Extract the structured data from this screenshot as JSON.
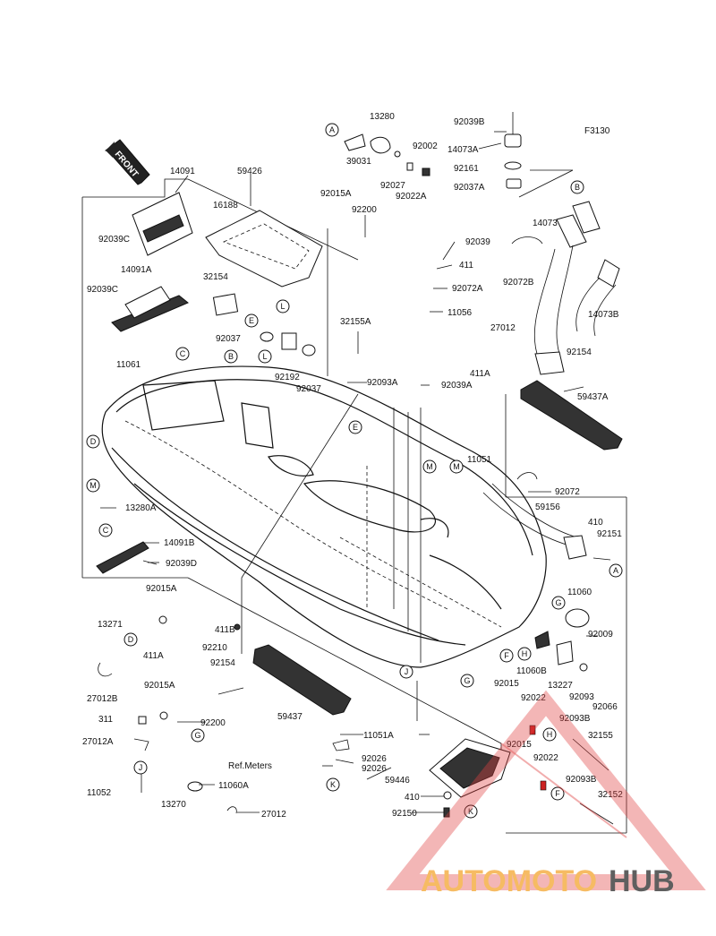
{
  "figure_code": "F3130",
  "front_label": "FRONT",
  "ref_meters_label": "Ref.Meters",
  "watermark": {
    "text_part1": "AUTOMOTO",
    "text_part2": "HUB",
    "color_part1": "#f5b048",
    "color_part2": "#444444",
    "triangle_color": "#e04040"
  },
  "part_labels": [
    "13280",
    "92039B",
    "14073A",
    "92002",
    "92161",
    "92037A",
    "39031",
    "92027",
    "92022A",
    "14091",
    "59426",
    "16188",
    "92015A",
    "92200",
    "92039C",
    "14091A",
    "92039C",
    "32154",
    "92037",
    "92192",
    "92037",
    "11061",
    "32155A",
    "92093A",
    "92039",
    "411",
    "92072A",
    "11056",
    "27012",
    "411A",
    "92039A",
    "14073",
    "92072B",
    "14073B",
    "92154",
    "59437A",
    "13280A",
    "14091B",
    "92039D",
    "11051",
    "92072",
    "59156",
    "410",
    "92151",
    "11060",
    "92015A",
    "13271",
    "411A",
    "27012B",
    "411B",
    "92210",
    "92154",
    "92009",
    "11060B",
    "13227",
    "92093",
    "92066",
    "92015",
    "92022",
    "92093B",
    "32155",
    "92015A",
    "92200",
    "311",
    "27012A",
    "11052",
    "11051A",
    "59437",
    "92026",
    "92026",
    "11060A",
    "13270",
    "27012",
    "92015",
    "92022",
    "92093B",
    "32152",
    "59446",
    "410",
    "92150"
  ],
  "callouts": [
    "A",
    "B",
    "E",
    "L",
    "C",
    "D",
    "M",
    "C",
    "D",
    "G",
    "J",
    "K",
    "H",
    "F",
    "J",
    "K",
    "G",
    "F",
    "H",
    "E",
    "M",
    "M",
    "L",
    "B",
    "A",
    "G"
  ]
}
